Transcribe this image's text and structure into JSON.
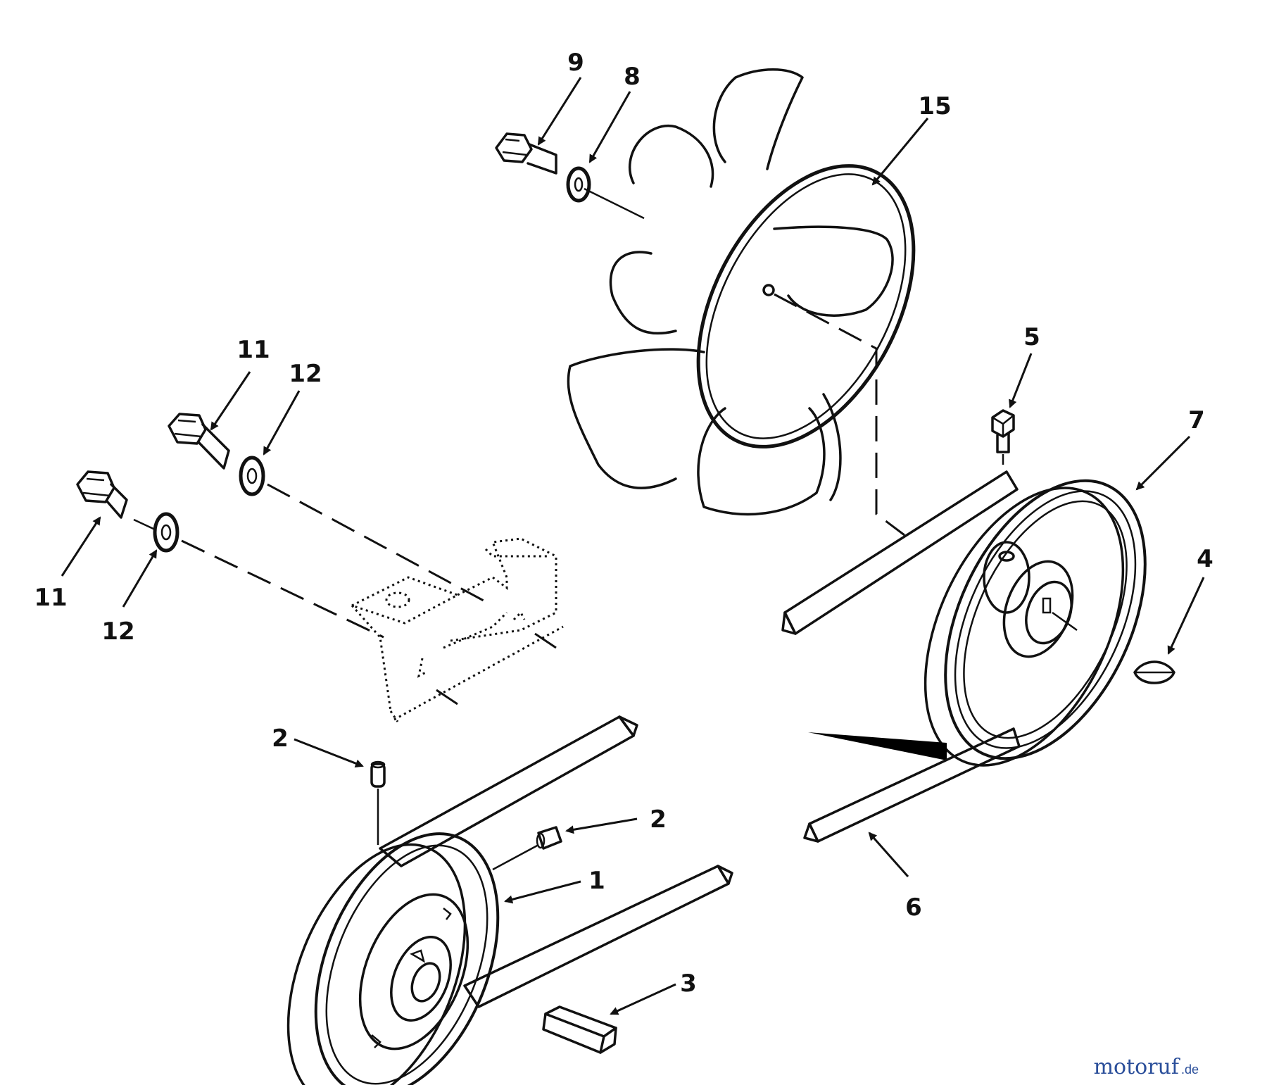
{
  "callouts": {
    "c1": "1",
    "c2a": "2",
    "c2b": "2",
    "c3": "3",
    "c4": "4",
    "c5": "5",
    "c6": "6",
    "c7": "7",
    "c8": "8",
    "c9": "9",
    "c11a": "11",
    "c11b": "11",
    "c12a": "12",
    "c12b": "12",
    "c15": "15"
  },
  "watermark": {
    "brand": "motoruf",
    "tld": ".de",
    "color_main": "#2a4e9a",
    "color_accent": "#e07a1f"
  }
}
